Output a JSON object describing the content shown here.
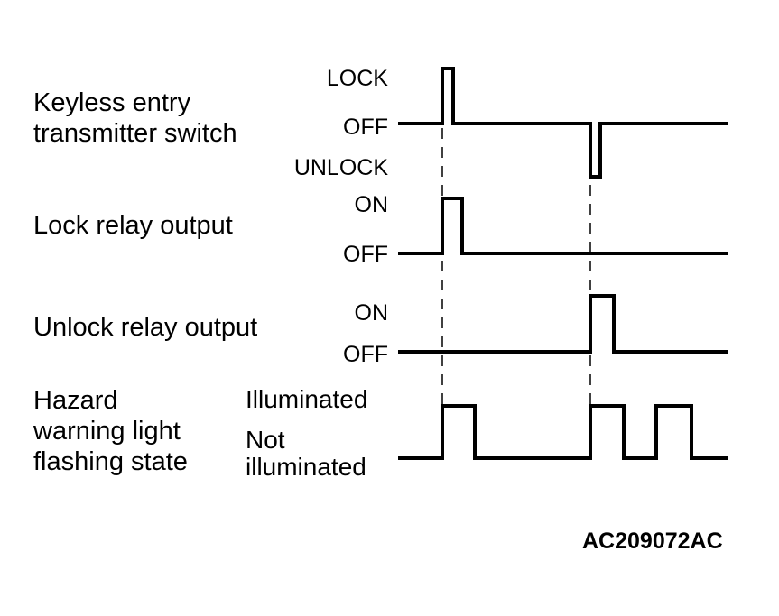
{
  "signals": {
    "keyless": {
      "name_line1": "Keyless entry",
      "name_line2": "transmitter switch",
      "state_high": "LOCK",
      "state_mid": "OFF",
      "state_low": "UNLOCK"
    },
    "lock_relay": {
      "name": "Lock relay output",
      "state_high": "ON",
      "state_low": "OFF"
    },
    "unlock_relay": {
      "name": "Unlock relay output",
      "state_high": "ON",
      "state_low": "OFF"
    },
    "hazard": {
      "name_line1": "Hazard",
      "name_line2": "warning light",
      "name_line3": "flashing state",
      "state_high": "Illuminated",
      "state_low_line1": "Not",
      "state_low_line2": "illuminated"
    }
  },
  "figure_id": "AC209072AC",
  "colors": {
    "line": "#000000",
    "background": "#ffffff"
  }
}
